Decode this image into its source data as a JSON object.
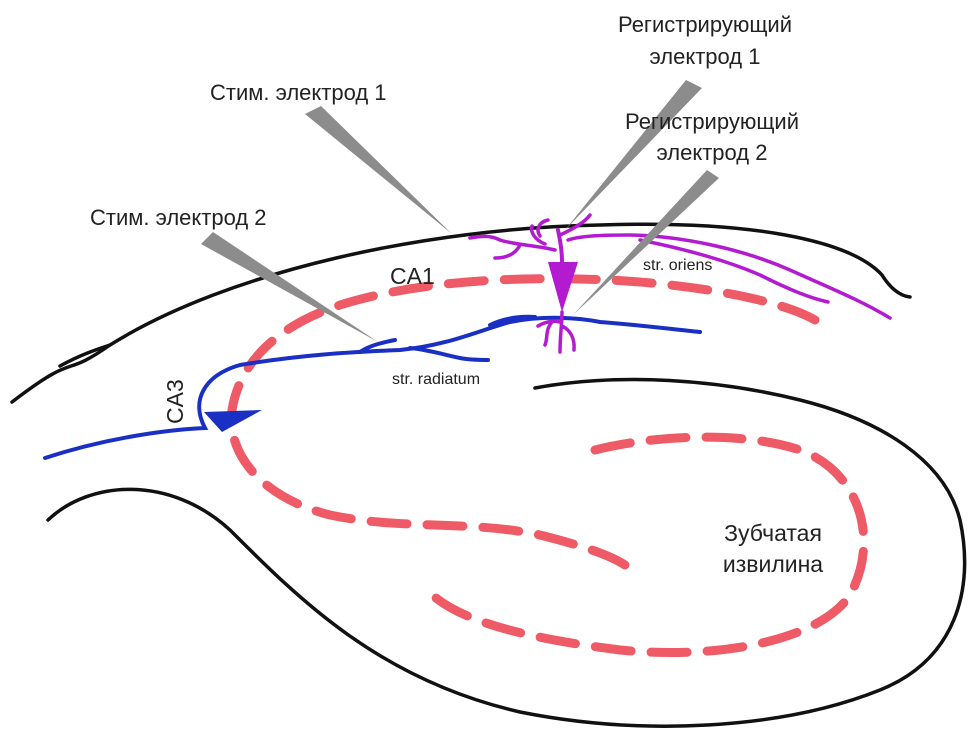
{
  "labels": {
    "stim1": "Стим. электрод 1",
    "stim2": "Стим. электрод 2",
    "rec1_line1": "Регистрирующий",
    "rec1_line2": "электрод 1",
    "rec2_line1": "Регистрирующий",
    "rec2_line2": "электрод 2",
    "ca1": "CA1",
    "ca3": "CA3",
    "str_oriens": "str. oriens",
    "str_radiatum": "str. radiatum",
    "dg_line1": "Зубчатая",
    "dg_line2": "извилина"
  },
  "colors": {
    "outline": "#111111",
    "cell_layer": "#ee5a66",
    "ca3_axon": "#1a2fc4",
    "ca1_neuron": "#b21bd0",
    "electrode": "#8c8c8c"
  }
}
